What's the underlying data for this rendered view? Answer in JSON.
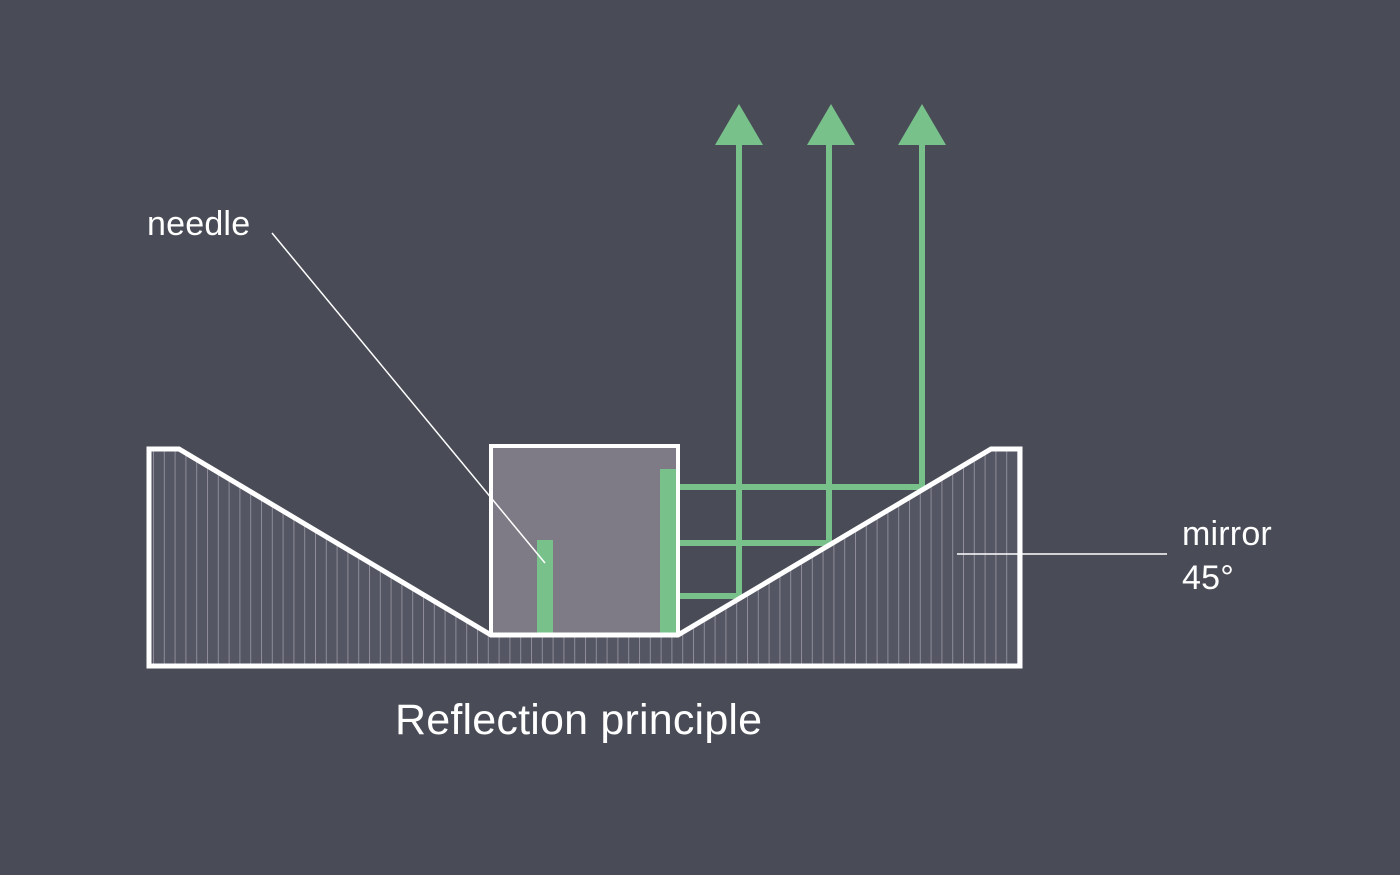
{
  "diagram": {
    "title": "Reflection principle",
    "labels": {
      "needle": "needle",
      "mirror_line1": "mirror",
      "mirror_line2": "45°"
    },
    "colors": {
      "background": "#494c57",
      "outline": "#ffffff",
      "hatch_fill": "#545663",
      "hatch_lines": "#8e8d99",
      "box_fill": "#7e7b86",
      "light_rays": "#78c18b"
    },
    "elements": {
      "mirror_angle_degrees": 45,
      "ray_count": 3,
      "arrow_count": 3
    }
  }
}
